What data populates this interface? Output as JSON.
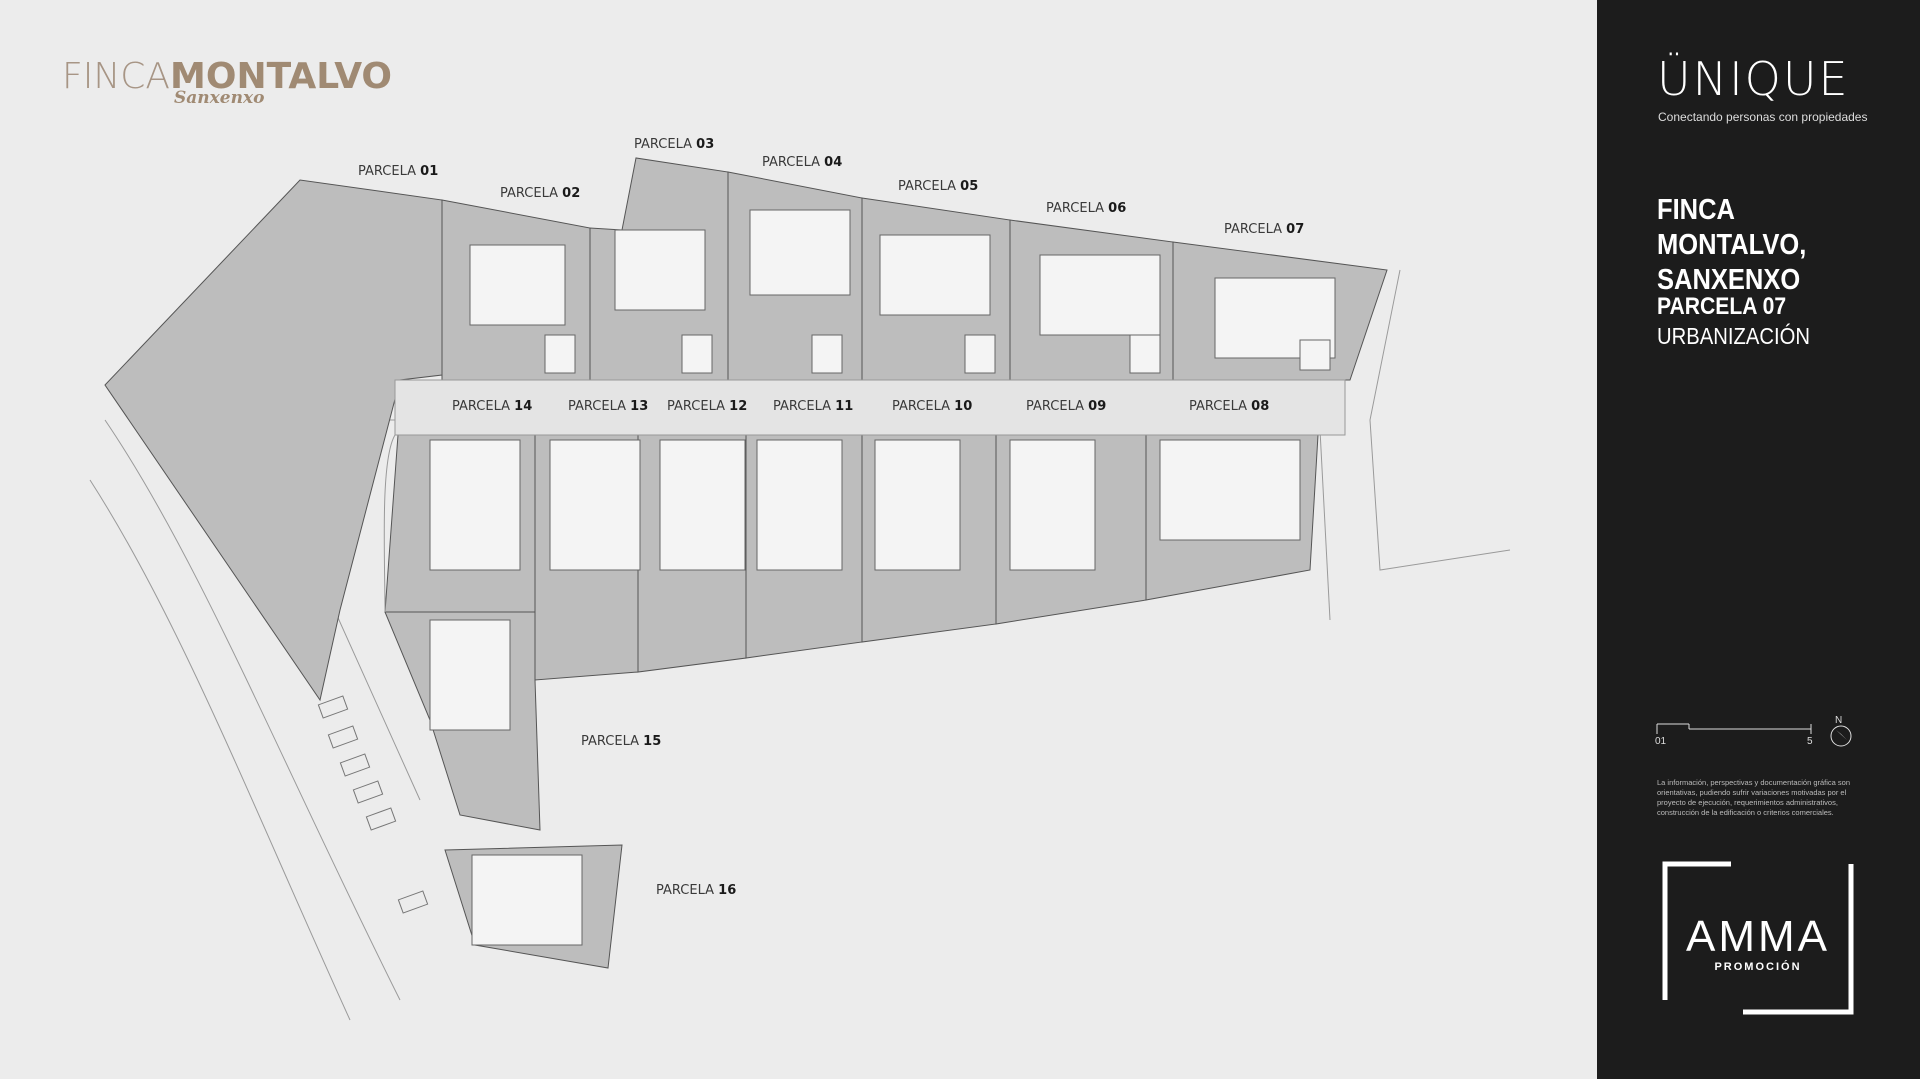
{
  "brand": {
    "finca": "FINCA",
    "montalvo": "MONTALVO",
    "place": "Sanxenxo"
  },
  "plots": [
    {
      "prefix": "PARCELA",
      "num": "01"
    },
    {
      "prefix": "PARCELA",
      "num": "02"
    },
    {
      "prefix": "PARCELA",
      "num": "03"
    },
    {
      "prefix": "PARCELA",
      "num": "04"
    },
    {
      "prefix": "PARCELA",
      "num": "05"
    },
    {
      "prefix": "PARCELA",
      "num": "06"
    },
    {
      "prefix": "PARCELA",
      "num": "07"
    },
    {
      "prefix": "PARCELA",
      "num": "08"
    },
    {
      "prefix": "PARCELA",
      "num": "09"
    },
    {
      "prefix": "PARCELA",
      "num": "10"
    },
    {
      "prefix": "PARCELA",
      "num": "11"
    },
    {
      "prefix": "PARCELA",
      "num": "12"
    },
    {
      "prefix": "PARCELA",
      "num": "13"
    },
    {
      "prefix": "PARCELA",
      "num": "14"
    },
    {
      "prefix": "PARCELA",
      "num": "15"
    },
    {
      "prefix": "PARCELA",
      "num": "16"
    }
  ],
  "sidebar": {
    "logo": "ÜNIQUE",
    "tagline": "Conectando personas con propiedades",
    "project_line1": "FINCA MONTALVO,",
    "project_line2": "SANXENXO",
    "plot_title": "PARCELA 07",
    "plot_subtitle": "URBANIZACIÓN",
    "scale_start": "01",
    "scale_end": "5",
    "north": "N",
    "disclaimer": "La información, perspectivas y documentación gráfica son orientativas, pudiendo sufrir variaciones motivadas por el proyecto de ejecución, requerimientos administrativos, construcción de la edificación o criterios comerciales.",
    "amma": "AMMA",
    "amma_sub": "PROMOCIÓN"
  },
  "colors": {
    "sidebar_bg": "#1c1c1c",
    "page_bg": "#ececec",
    "plot_fill": "#bdbdbd",
    "brand_gold": "#a08a73"
  }
}
